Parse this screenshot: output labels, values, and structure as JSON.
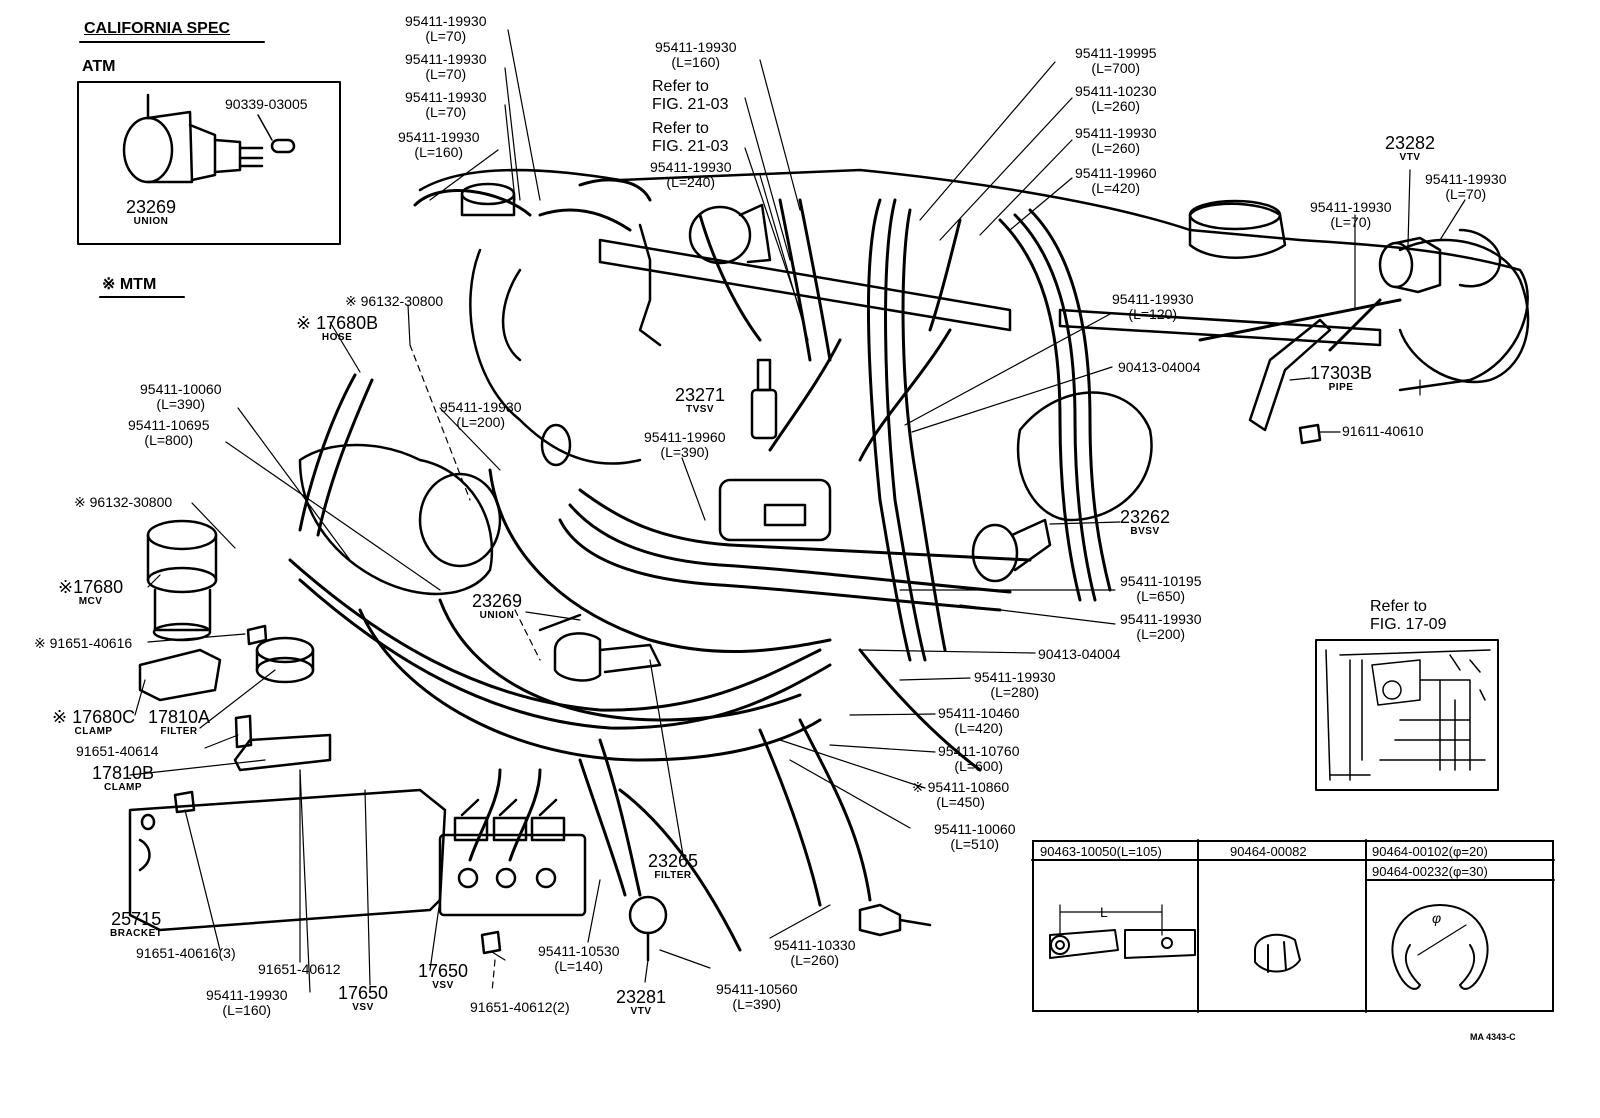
{
  "header": {
    "title": "CALIFORNIA SPEC",
    "atm": "ATM",
    "mtm": "※ MTM"
  },
  "inset_atm": {
    "part_pin": "90339-03005",
    "union_no": "23269",
    "union_name": "UNION"
  },
  "top_left_hoses": [
    {
      "pn": "95411-19930",
      "len": "(L=70)"
    },
    {
      "pn": "95411-19930",
      "len": "(L=70)"
    },
    {
      "pn": "95411-19930",
      "len": "(L=70)"
    },
    {
      "pn": "95411-19930",
      "len": "(L=160)"
    }
  ],
  "top_mid": {
    "hose1_pn": "95411-19930",
    "hose1_len": "(L=160)",
    "refer1_a": "Refer to",
    "refer1_b": "FIG. 21-03",
    "refer2_a": "Refer to",
    "refer2_b": "FIG. 21-03",
    "hose2_pn": "95411-19930",
    "hose2_len": "(L=240)"
  },
  "top_right_hoses": [
    {
      "pn": "95411-19995",
      "len": "(L=700)"
    },
    {
      "pn": "95411-10230",
      "len": "(L=260)"
    },
    {
      "pn": "95411-19930",
      "len": "(L=260)"
    },
    {
      "pn": "95411-19960",
      "len": "(L=420)"
    }
  ],
  "vtv_right": {
    "no": "23282",
    "name": "VTV",
    "hose_a_pn": "95411-19930",
    "hose_a_len": "(L=70)",
    "hose_b_pn": "95411-19930",
    "hose_b_len": "(L=70)"
  },
  "left_side": {
    "clip1": "※ 96132-30800",
    "hose_no": "※ 17680B",
    "hose_name": "HOSE",
    "h1_pn": "95411-10060",
    "h1_len": "(L=390)",
    "h2_pn": "95411-10695",
    "h2_len": "(L=800)",
    "clip2": "※ 96132-30800",
    "mcv_no": "※17680",
    "mcv_name": "MCV",
    "bolt1": "※ 91651-40616",
    "clamp_no": "※ 17680C",
    "clamp_name": "CLAMP",
    "filter_no": "17810A",
    "filter_name": "FILTER",
    "bolt2": "91651-40614",
    "clamp2_no": "17810B",
    "clamp2_name": "CLAMP",
    "bracket_no": "25715",
    "bracket_name": "BRACKET",
    "bolt3": "91651-40616(3)"
  },
  "center": {
    "h_200_pn": "95411-19930",
    "h_200_len": "(L=200)",
    "tvsv_no": "23271",
    "tvsv_name": "TVSV",
    "h_390_pn": "95411-19960",
    "h_390_len": "(L=390)",
    "union_no": "23269",
    "union_name": "UNION",
    "filter_no": "23265",
    "filter_name": "FILTER",
    "right_h120_pn": "95411-19930",
    "right_h120_len": "(L=120)",
    "tee1": "90413-04004",
    "pipe_no": "17303B",
    "pipe_name": "PIPE",
    "bolt_r": "91611-40610",
    "bvsv_no": "23262",
    "bvsv_name": "BVSV"
  },
  "right_hoses": [
    {
      "pn": "95411-10195",
      "len": "(L=650)"
    },
    {
      "pn": "95411-19930",
      "len": "(L=200)"
    },
    {
      "pn": "90413-04004",
      "len": ""
    },
    {
      "pn": "95411-19930",
      "len": "(L=280)"
    },
    {
      "pn": "95411-10460",
      "len": "(L=420)"
    },
    {
      "pn": "95411-10760",
      "len": "(L=600)"
    },
    {
      "pn": "※ 95411-10860",
      "len": "(L=450)"
    },
    {
      "pn": "95411-10060",
      "len": "(L=510)"
    }
  ],
  "refer_fig": {
    "a": "Refer to",
    "b": "FIG. 17-09"
  },
  "bottom": {
    "b1": "91651-40612",
    "vsv1_pn": "95411-19930",
    "vsv1_len": "(L=160)",
    "vsv_a_no": "17650",
    "vsv_a_name": "VSV",
    "vsv_b_no": "17650",
    "vsv_b_name": "VSV",
    "b2": "91651-40612(2)",
    "h_140_pn": "95411-10530",
    "h_140_len": "(L=140)",
    "vtv_no": "23281",
    "vtv_name": "VTV",
    "h_390_pn": "95411-10560",
    "h_390_len": "(L=390)",
    "h_260_pn": "95411-10330",
    "h_260_len": "(L=260)"
  },
  "table": {
    "c1": "90463-10050(L=105)",
    "c2": "90464-00082",
    "c3a": "90464-00102(φ=20)",
    "c3b": "90464-00232(φ=30)",
    "dim_l": "L",
    "dim_phi": "φ"
  },
  "code": "MA 4343-C"
}
